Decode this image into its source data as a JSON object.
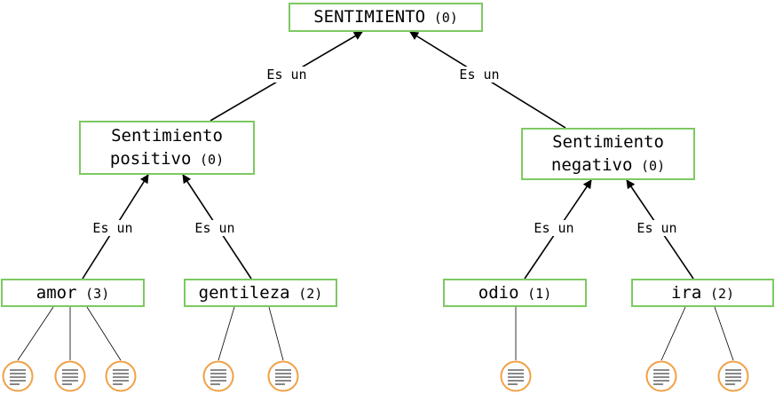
{
  "relation_label": "Es un",
  "nodes": {
    "root": {
      "label": "SENTIMIENTO",
      "count": "(0)"
    },
    "positive": {
      "label_line1": "Sentimiento",
      "label_line2": "positivo",
      "count": "(0)"
    },
    "negative": {
      "label_line1": "Sentimiento",
      "label_line2": "negativo",
      "count": "(0)"
    },
    "amor": {
      "label": "amor",
      "count": "(3)"
    },
    "gentileza": {
      "label": "gentileza",
      "count": "(2)"
    },
    "odio": {
      "label": "odio",
      "count": "(1)"
    },
    "ira": {
      "label": "ira",
      "count": "(2)"
    }
  },
  "colors": {
    "node_border": "#7dc962",
    "document_circle": "#f0a045",
    "arrow": "#000000"
  },
  "icons": {
    "document": "document-lines-icon"
  }
}
